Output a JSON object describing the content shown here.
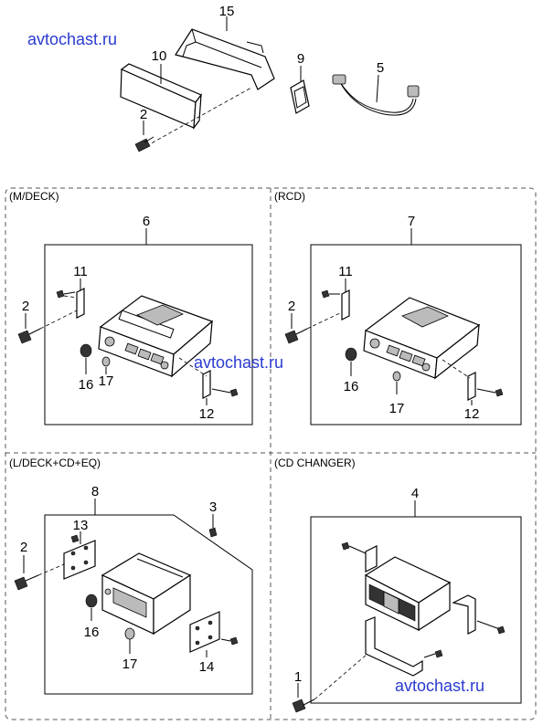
{
  "watermarks": [
    "avtochast.ru",
    "avtochast.ru",
    "avtochast.ru"
  ],
  "sections": {
    "mdeck": "(M/DECK)",
    "rcd": "(RCD)",
    "ldeck": "(L/DECK+CD+EQ)",
    "cdchanger": "(CD CHANGER)"
  },
  "top_parts": {
    "p15": "15",
    "p10": "10",
    "p9": "9",
    "p5": "5",
    "p2": "2"
  },
  "mdeck_parts": {
    "p6": "6",
    "p11": "11",
    "p2": "2",
    "p16": "16",
    "p17": "17",
    "p12": "12"
  },
  "rcd_parts": {
    "p7": "7",
    "p11": "11",
    "p2": "2",
    "p16": "16",
    "p17": "17",
    "p12": "12"
  },
  "ldeck_parts": {
    "p8": "8",
    "p3": "3",
    "p13": "13",
    "p2": "2",
    "p16": "16",
    "p17": "17",
    "p14": "14"
  },
  "cd_parts": {
    "p4": "4",
    "p1": "1"
  }
}
